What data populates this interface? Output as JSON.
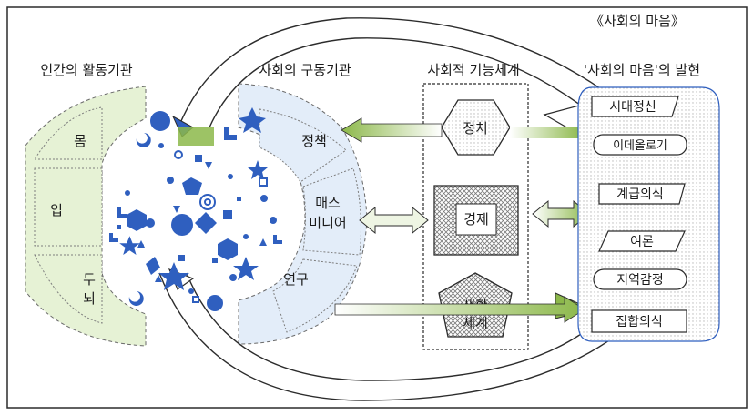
{
  "title": "《사회의 마음》",
  "sections": {
    "human_organs": "인간의 활동기관",
    "social_organs": "사회의 구동기관",
    "functional_system": "사회적 기능체계",
    "manifestation": "'사회의 마음'의 발현"
  },
  "human_organs": [
    "몸",
    "입",
    "두",
    "뇌"
  ],
  "social_organs": [
    "정책",
    "매스",
    "미디어",
    "연구"
  ],
  "functional_system": [
    "정치",
    "경제",
    "생활",
    "세계"
  ],
  "manifestation": [
    "시대정신",
    "이데올로기",
    "계급의식",
    "여론",
    "지역감정",
    "집합의식"
  ],
  "colors": {
    "green_fill": "#e6f2d5",
    "blue_fill": "#e3edf9",
    "shape_blue": "#2f5fbf",
    "arrow_green": "#8cb84a",
    "border": "#2c2c2c"
  }
}
